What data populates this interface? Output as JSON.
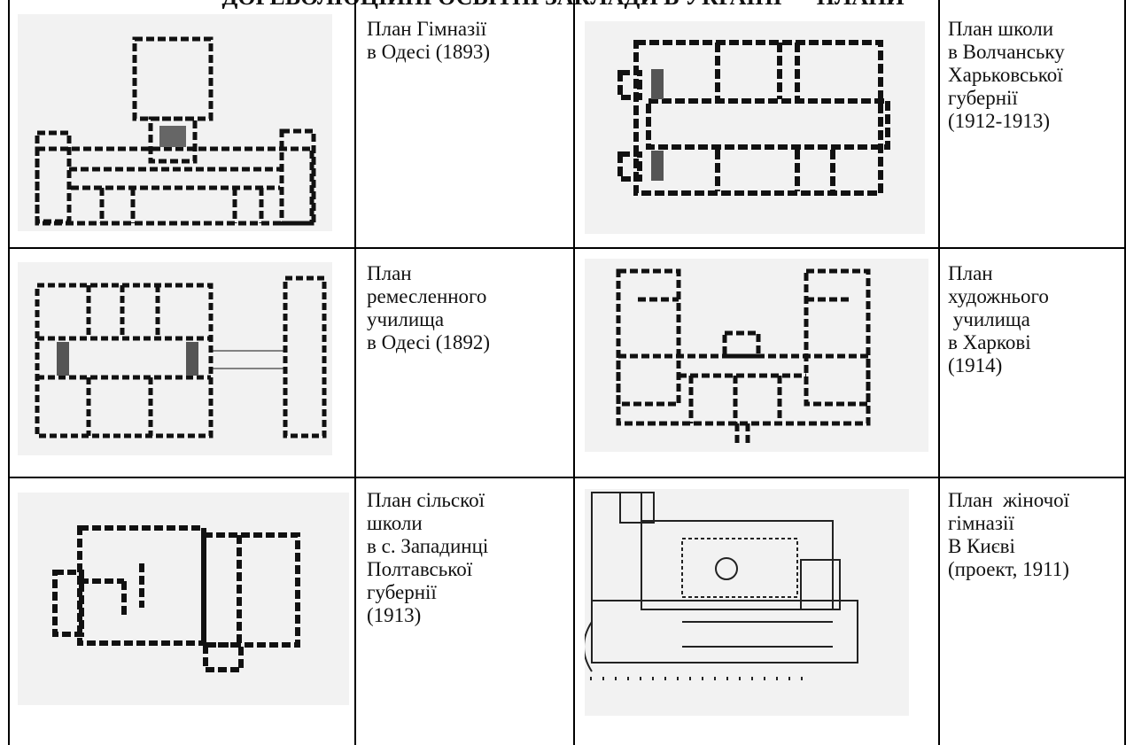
{
  "header_title": "ДОРЕВОЛЮЦІЙНІ ОСВІТНІ ЗАКЛАДИ В УКРАЇНІ — ПЛАНИ",
  "rows": [
    {
      "left": {
        "caption": "План Гімназії\nв Одесі (1893)",
        "image": "floor-plan-gymnasium-odesa"
      },
      "right": {
        "caption": "План школи\nв Волчанську\nХарьковської\nгубернії\n(1912-1913)",
        "image": "floor-plan-school-volchansk"
      }
    },
    {
      "left": {
        "caption": "План\nремесленного\nучилища\nв Одесі (1892)",
        "image": "floor-plan-craft-school-odesa"
      },
      "right": {
        "caption": "План\nхудожнього\n училища\nв Харкові\n(1914)",
        "image": "floor-plan-art-school-kharkiv"
      }
    },
    {
      "left": {
        "caption": "План сільскої\nшколи\nв с. Западинці\nПолтавської\nгубернії\n(1913)",
        "image": "floor-plan-village-school-zapadyntsi"
      },
      "right": {
        "caption": "План  жіночої\nгімназії\nВ Києві\n(проект, 1911)",
        "image": "floor-plan-girls-gymnasium-kyiv"
      }
    }
  ]
}
